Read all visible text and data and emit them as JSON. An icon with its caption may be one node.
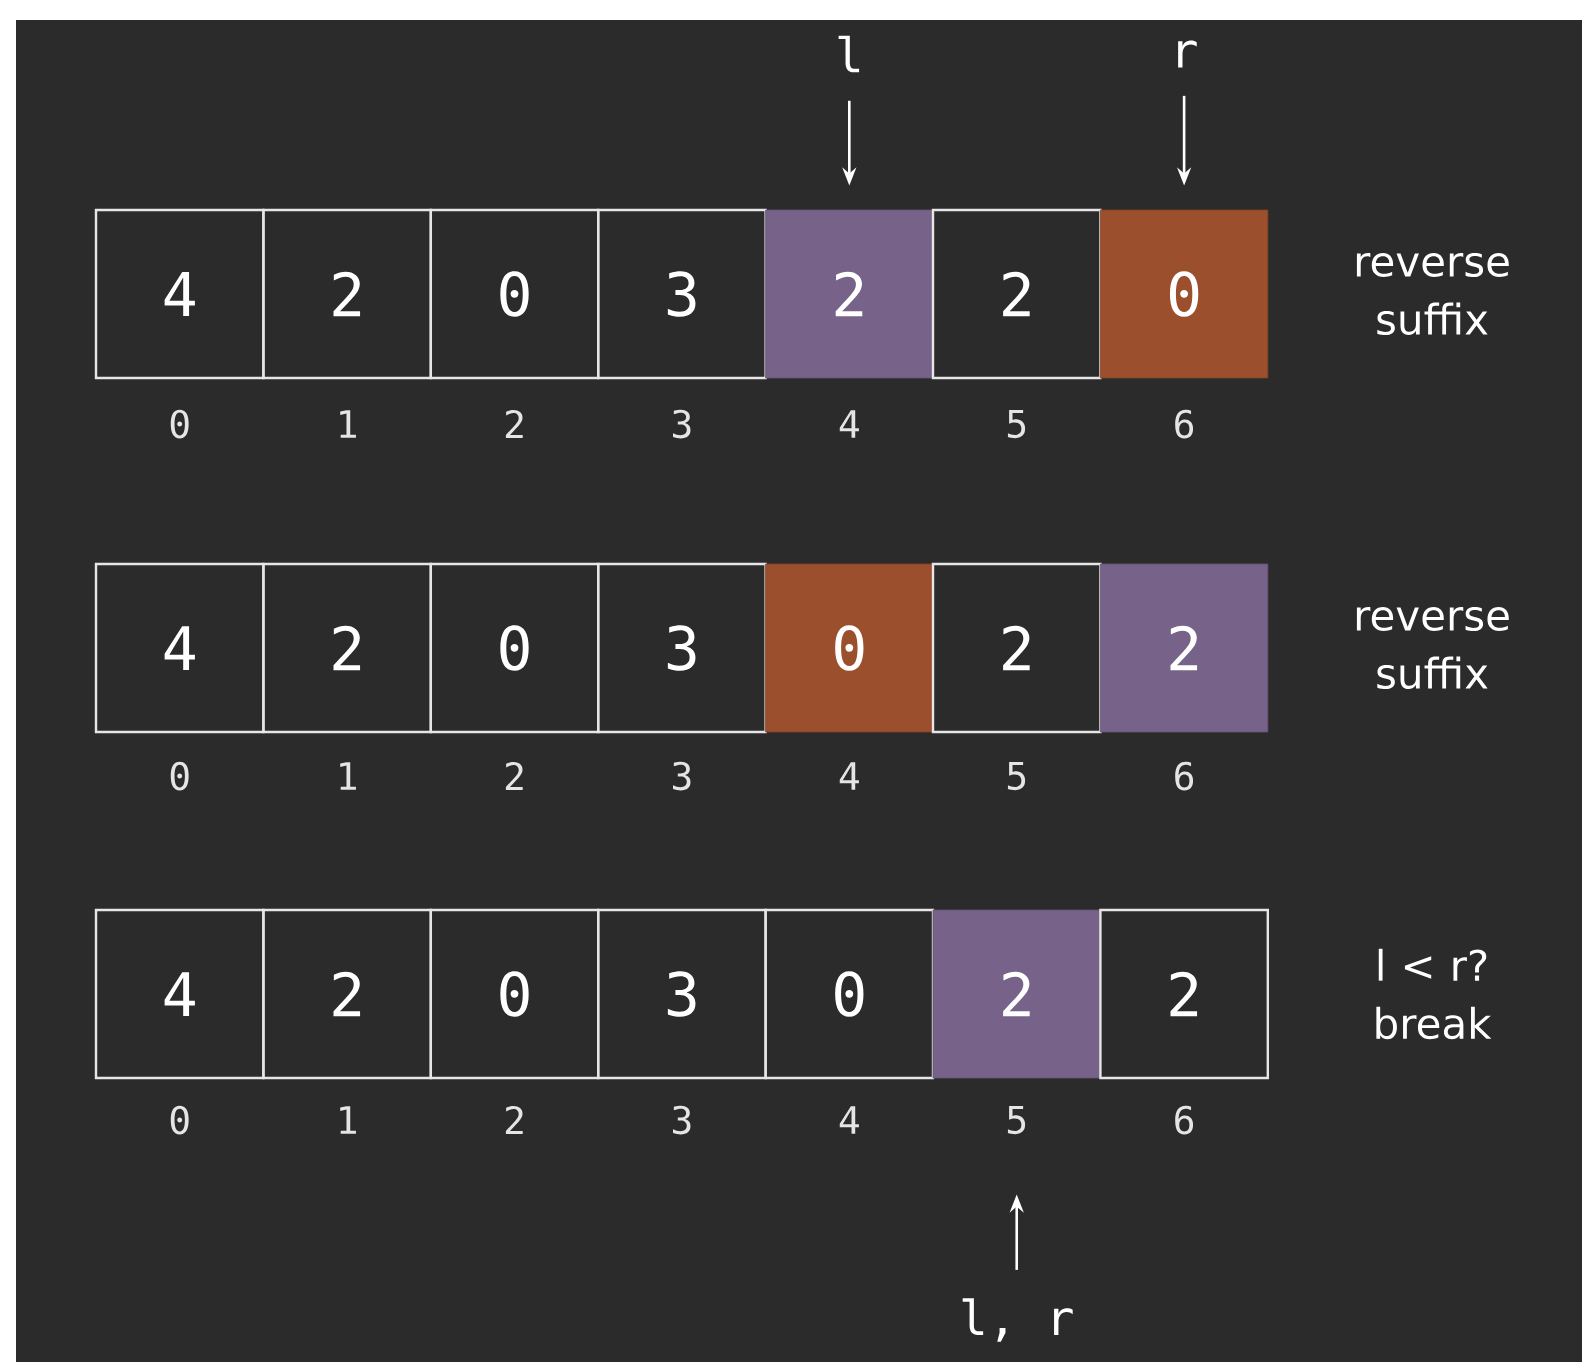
{
  "diagram": {
    "nodes": [
      {
        "text": [
          "l"
        ]
      },
      {
        "text": [
          "r"
        ]
      },
      {
        "text": [
          "4"
        ],
        "beside": [
          "0"
        ]
      },
      {
        "text": [
          "2"
        ],
        "beside": [
          "1"
        ]
      },
      {
        "text": [
          "0"
        ],
        "beside": [
          "2"
        ]
      },
      {
        "text": [
          "3"
        ],
        "beside": [
          "3"
        ]
      },
      {
        "text": [
          "2"
        ],
        "beside": [
          "4"
        ]
      },
      {
        "text": [
          "2"
        ],
        "beside": [
          "5"
        ]
      },
      {
        "text": [
          "0"
        ],
        "beside": [
          "6"
        ]
      },
      {
        "text": [
          "4"
        ],
        "beside": [
          "0"
        ]
      },
      {
        "text": [
          "2"
        ],
        "beside": [
          "1"
        ]
      },
      {
        "text": [
          "0"
        ],
        "beside": [
          "2"
        ]
      },
      {
        "text": [
          "3"
        ],
        "beside": [
          "3"
        ]
      },
      {
        "text": [
          "0"
        ],
        "beside": [
          "4"
        ]
      },
      {
        "text": [
          "2"
        ],
        "beside": [
          "5"
        ]
      },
      {
        "text": [
          "2"
        ],
        "beside": [
          "6"
        ]
      },
      {
        "text": [
          "4"
        ],
        "beside": [
          "0"
        ]
      },
      {
        "text": [
          "2"
        ],
        "beside": [
          "1"
        ]
      },
      {
        "text": [
          "0"
        ],
        "beside": [
          "2"
        ]
      },
      {
        "text": [
          "3"
        ],
        "beside": [
          "3"
        ]
      },
      {
        "text": [
          "0"
        ],
        "beside": [
          "4"
        ]
      },
      {
        "text": [
          "2"
        ],
        "beside": [
          "5"
        ]
      },
      {
        "text": [
          "2"
        ],
        "beside": [
          "6"
        ]
      },
      {
        "text": [
          "l, r"
        ]
      }
    ],
    "edges": [
      {
        "from": 0,
        "to": 6,
        "arrow": "to"
      },
      {
        "from": 1,
        "to": 8,
        "arrow": "to"
      },
      {
        "from": 23,
        "to": 21,
        "arrow": "to"
      }
    ],
    "labels": [
      "reverse suffix",
      "reverse suffix",
      "l < r? break"
    ]
  }
}
